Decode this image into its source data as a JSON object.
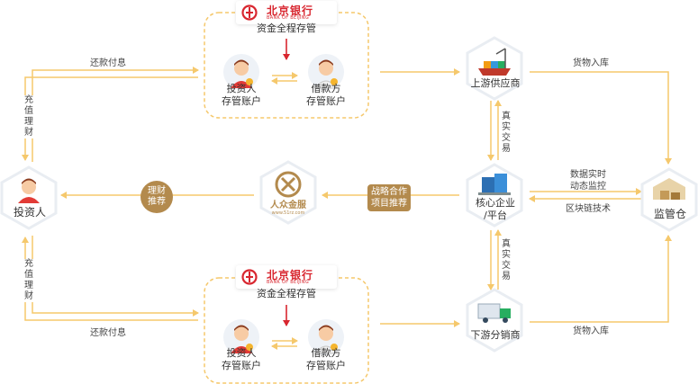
{
  "nodes": {
    "investor": "投资人",
    "upstream": "上游供应商",
    "core": "核心企业\n/平台",
    "downstream": "下游分销商",
    "warehouse": "监管仓",
    "platform_brand": "人众金服",
    "platform_url": "www.51rz.com"
  },
  "custody_top": {
    "bank_name": "北京银行",
    "bank_en": "BANK OF BEIJING",
    "title": "资金全程存管",
    "investor_account": "投资人\n存管账户",
    "borrower_account": "借款方\n存管账户"
  },
  "custody_bottom": {
    "bank_name": "北京银行",
    "bank_en": "BANK OF BEIJING",
    "title": "资金全程存管",
    "investor_account": "投资人\n存管账户",
    "borrower_account": "借款方\n存管账户"
  },
  "edges": {
    "repay_top": "还款付息",
    "repay_bottom": "还款付息",
    "recharge_top": "充值理财",
    "recharge_bottom": "充值理财",
    "goods_in_top": "货物入库",
    "goods_in_bottom": "货物入库",
    "real_trade_top": "真实交易",
    "real_trade_bottom": "真实交易",
    "realtime_data": "数据实时\n动态监控",
    "blockchain": "区块链技术",
    "finance_recommend": "理财\n推荐",
    "strategic": "战略合作\n项目推荐"
  },
  "colors": {
    "line": "#f5c86c",
    "bank_red": "#d8262f",
    "gold": "#b38a4d",
    "hex_shadow": "#e9edf2"
  }
}
